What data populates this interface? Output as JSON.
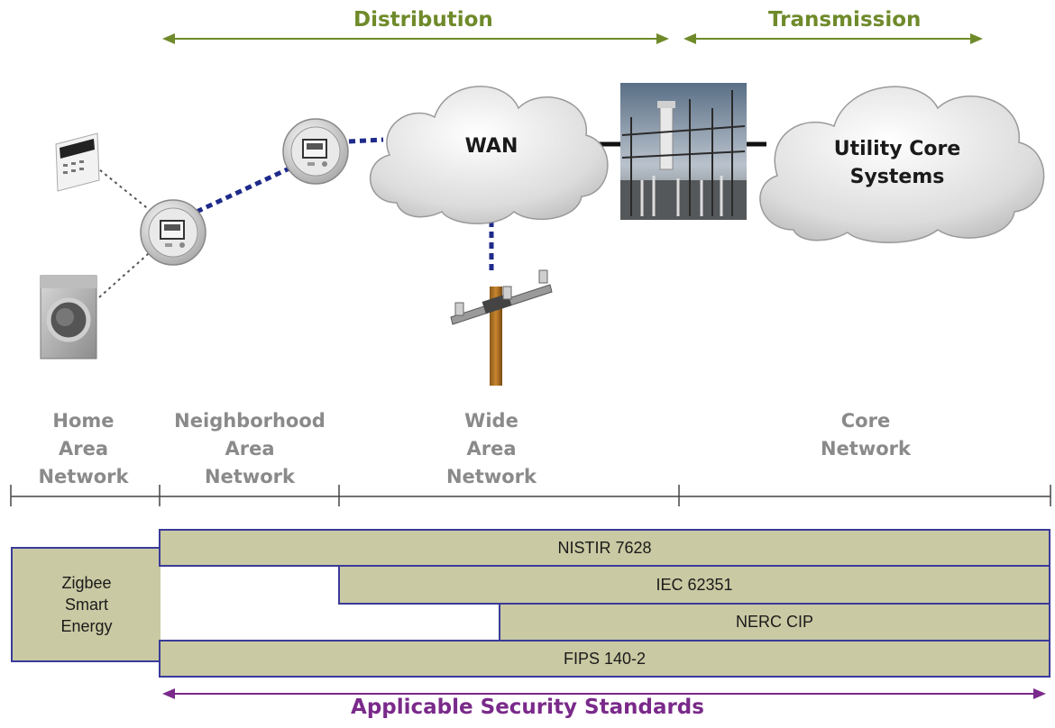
{
  "header": {
    "distribution_label": "Distribution",
    "transmission_label": "Transmission"
  },
  "clouds": {
    "wan_label": "WAN",
    "core_line1": "Utility Core",
    "core_line2": "Systems"
  },
  "zones": [
    {
      "line1": "Home",
      "line2": "Area",
      "line3": "Network"
    },
    {
      "line1": "Neighborhood",
      "line2": "Area",
      "line3": "Network"
    },
    {
      "line1": "Wide",
      "line2": "Area",
      "line3": "Network"
    },
    {
      "line1": "Core",
      "line2": "Network"
    }
  ],
  "standards": {
    "zigbee_line1": "Zigbee",
    "zigbee_line2": "Smart",
    "zigbee_line3": "Energy",
    "nistir": "NISTIR 7628",
    "iec": "IEC 62351",
    "nerc": "NERC CIP",
    "fips": "FIPS 140-2"
  },
  "footer": {
    "title": "Applicable Security Standards"
  },
  "colors": {
    "green_arrow": "#6f8a2a",
    "purple_arrow": "#7a2a8a",
    "bar_fill": "#c9c9a3",
    "bar_border": "#3a3a9a",
    "link_blue": "#1e2a8a"
  }
}
